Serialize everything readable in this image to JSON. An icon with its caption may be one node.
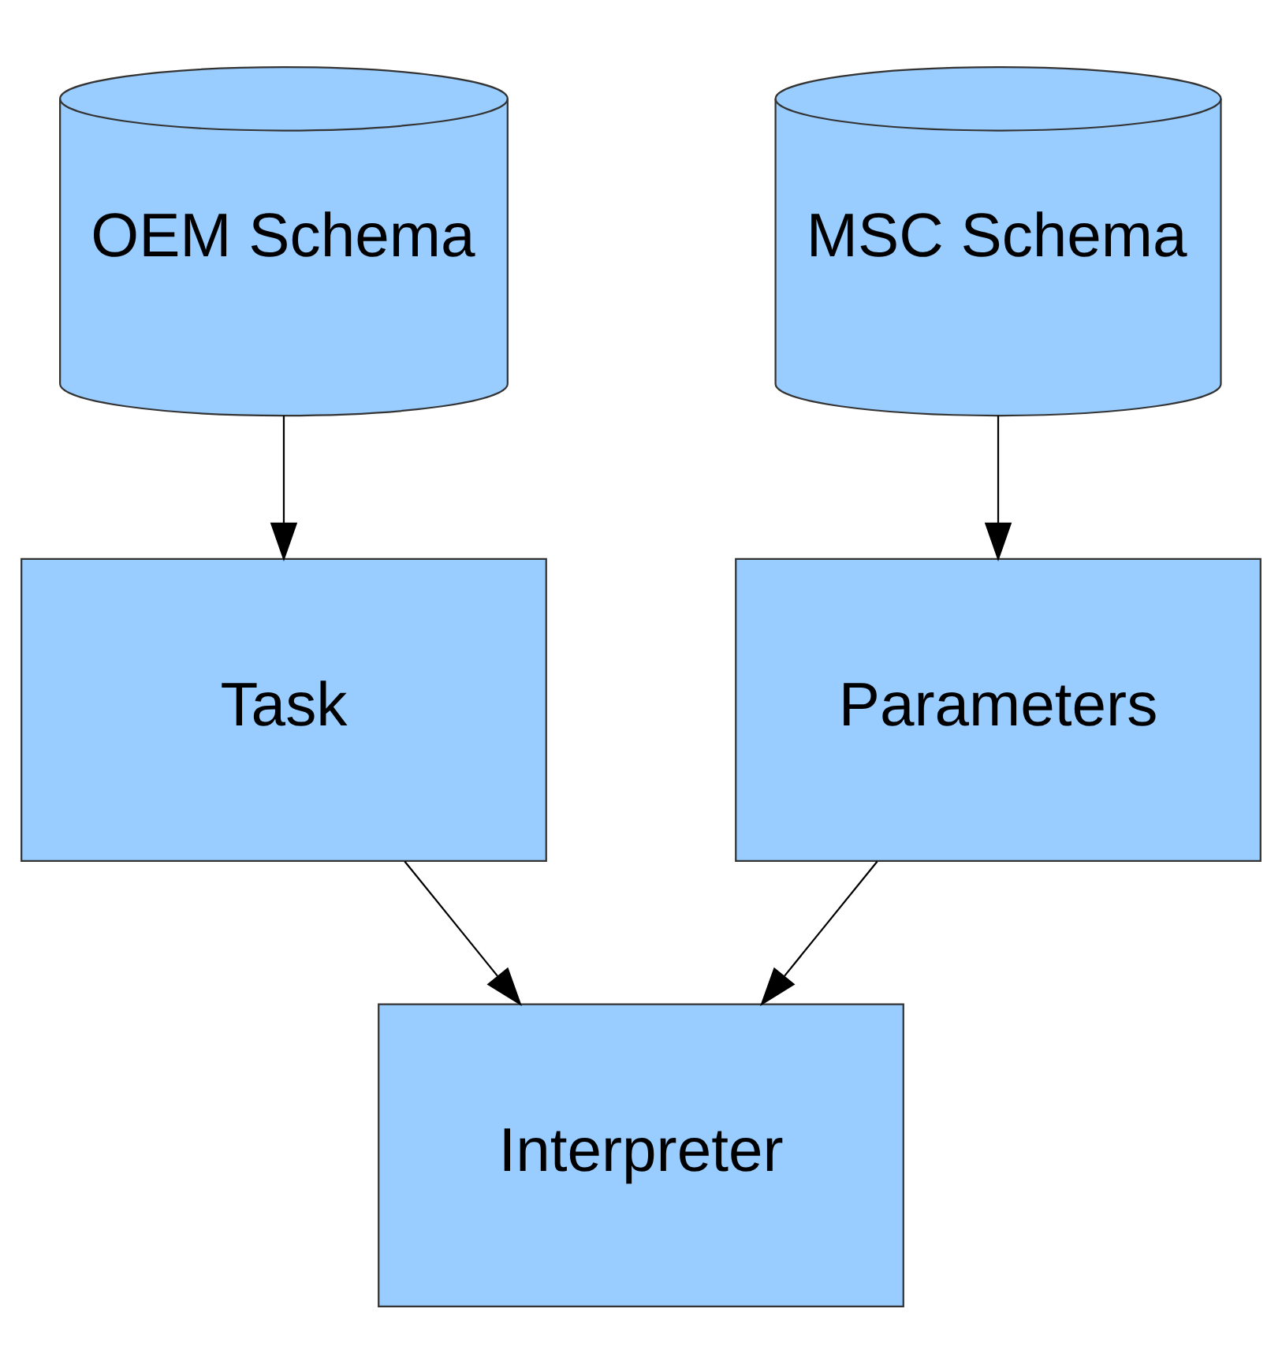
{
  "diagram": {
    "nodes": [
      {
        "text": [
          "OEM Schema"
        ]
      },
      {
        "text": [
          "MSC Schema"
        ]
      },
      {
        "text": [
          "Task"
        ]
      },
      {
        "text": [
          "Parameters"
        ]
      },
      {
        "text": [
          "Interpreter"
        ]
      }
    ],
    "edges": [
      {
        "from": 0,
        "to": 2,
        "arrow": "to"
      },
      {
        "from": 1,
        "to": 3,
        "arrow": "to"
      },
      {
        "from": 2,
        "to": 4,
        "arrow": "to"
      },
      {
        "from": 3,
        "to": 4,
        "arrow": "to"
      }
    ]
  }
}
